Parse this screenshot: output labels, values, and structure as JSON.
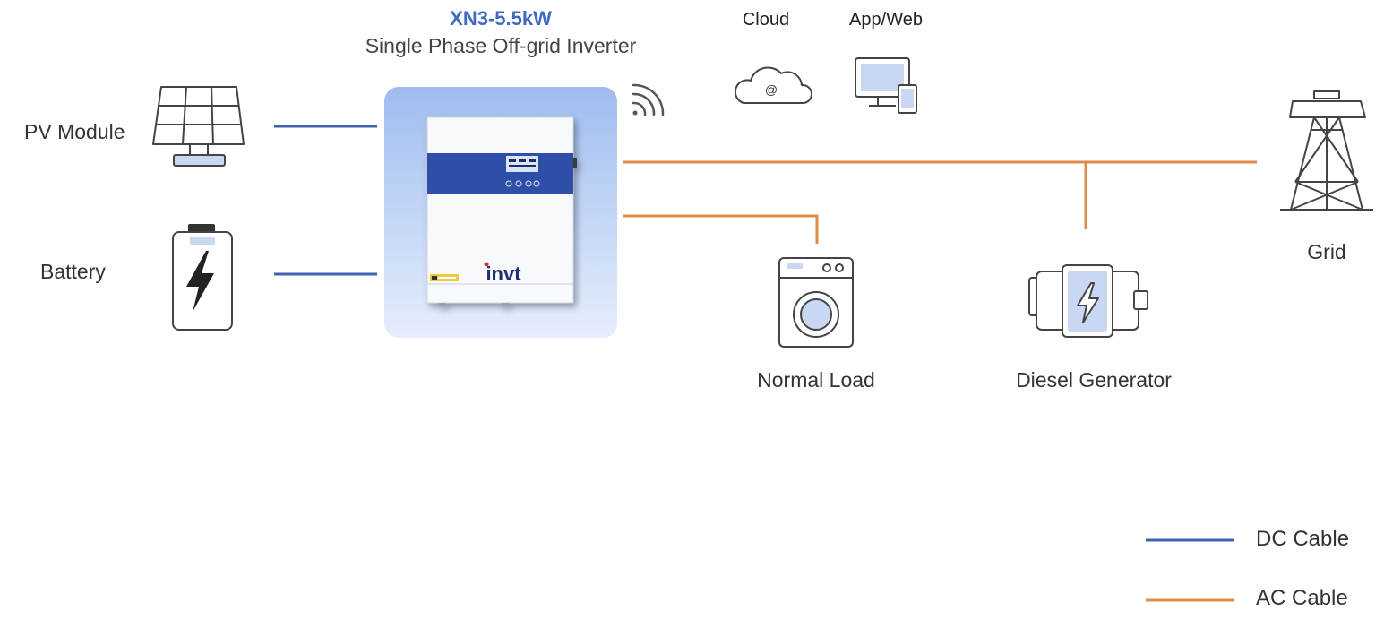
{
  "inverter": {
    "model": "XN3-5.5kW",
    "description": "Single Phase Off-grid Inverter",
    "brand": "invt",
    "display_label": "",
    "icon": "inverter-icon"
  },
  "inputs": [
    {
      "label": "PV Module",
      "icon": "solar-panel-icon",
      "cable": "dc"
    },
    {
      "label": "Battery",
      "icon": "battery-icon",
      "cable": "dc"
    }
  ],
  "monitoring": [
    {
      "label": "Cloud",
      "icon": "cloud-icon"
    },
    {
      "label": "App/Web",
      "icon": "monitor-phone-icon"
    }
  ],
  "outputs": [
    {
      "label": "Normal Load",
      "icon": "washing-machine-icon",
      "cable": "ac"
    },
    {
      "label": "Diesel Generator",
      "icon": "generator-icon",
      "cable": "ac"
    },
    {
      "label": "Grid",
      "icon": "transmission-tower-icon",
      "cable": "ac"
    }
  ],
  "legend": [
    {
      "label": "DC Cable",
      "color": "#3d64b0"
    },
    {
      "label": "AC Cable",
      "color": "#e08a47"
    }
  ],
  "colors": {
    "dc_cable": "#3d64b0",
    "ac_cable": "#e08a47",
    "accent_blue": "#3d6cc0",
    "panel_blue": "#2f4fa8",
    "icon_stroke": "#444444",
    "icon_fill": "#c9d7f2",
    "brand_red": "#d0342c",
    "brand_navy": "#1d2f6f"
  }
}
